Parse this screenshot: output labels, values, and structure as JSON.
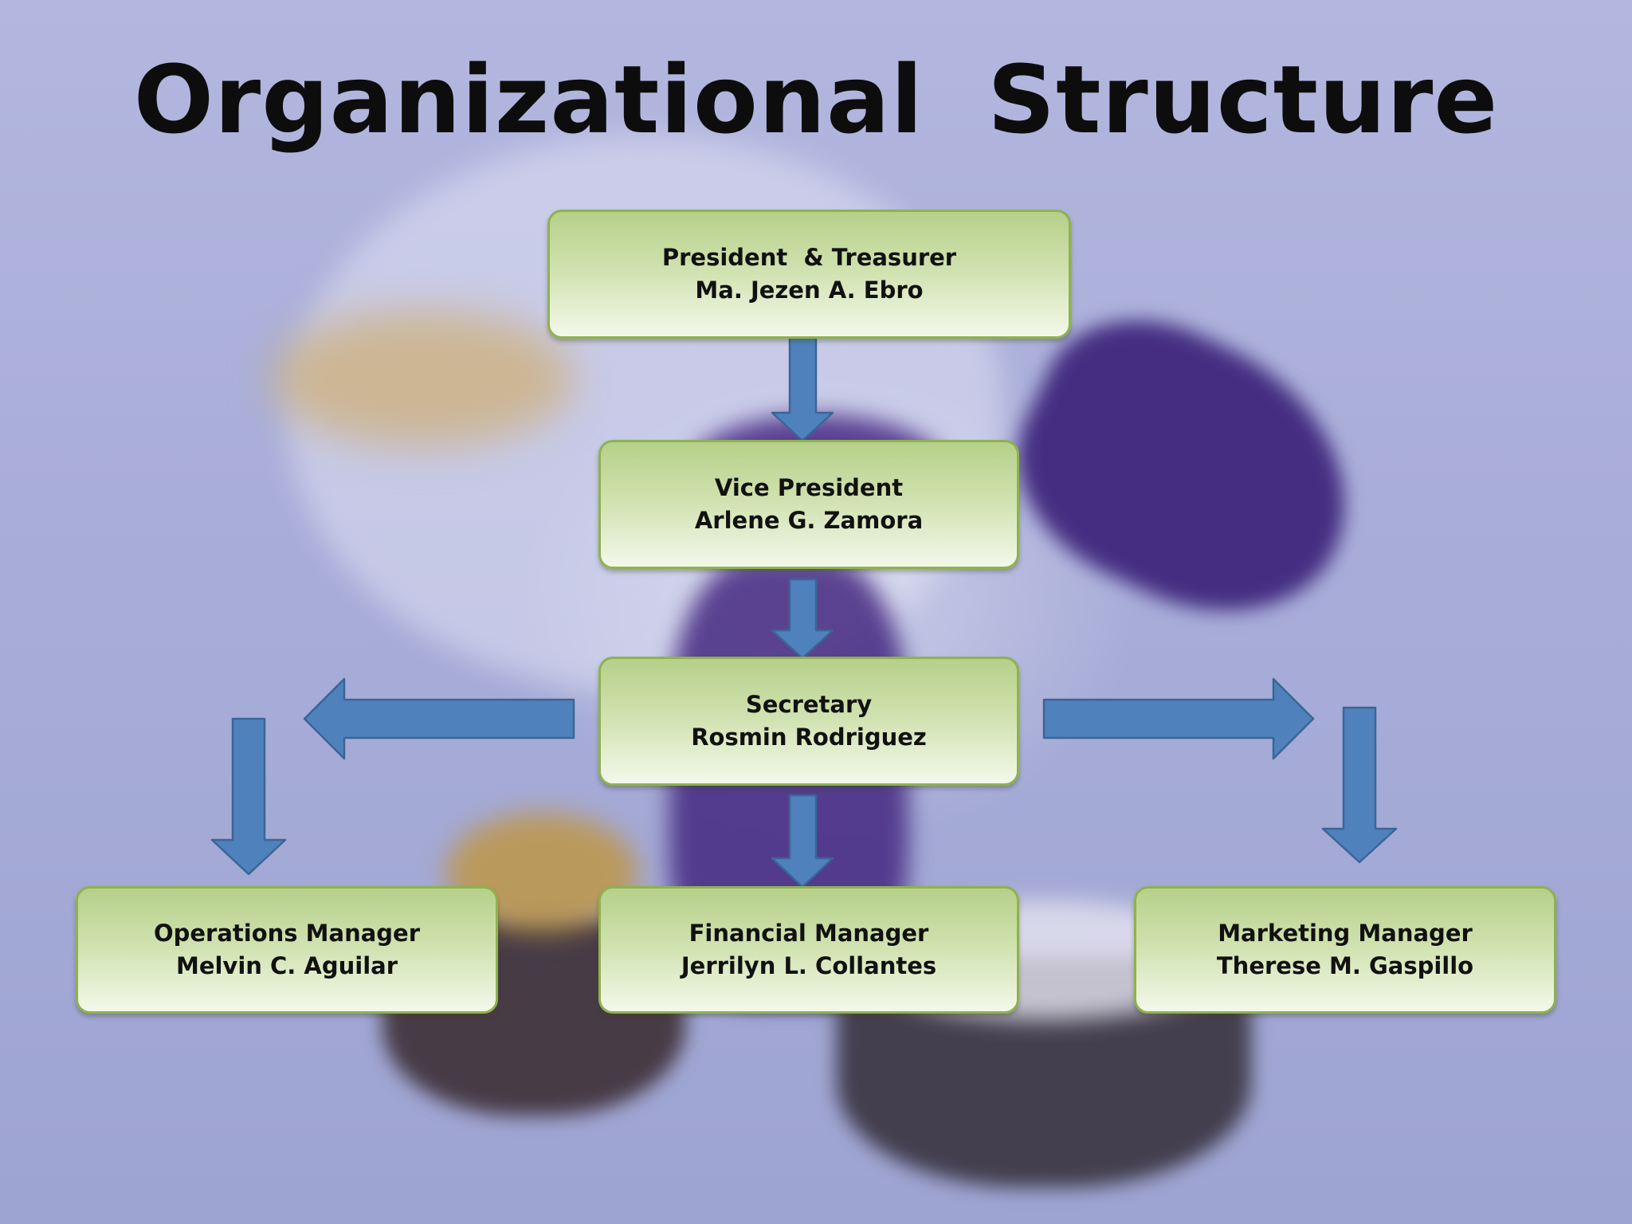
{
  "title": "Organizational  Structure",
  "colors": {
    "arrow_fill": "#4f81bd",
    "arrow_stroke": "#3a6696",
    "box_border": "#8fb24e",
    "box_top": "#b6d08a",
    "box_bottom": "#f3f8ea"
  },
  "nodes": {
    "president": {
      "role": "President  & Treasurer",
      "name": "Ma. Jezen A. Ebro"
    },
    "vice_president": {
      "role": "Vice President",
      "name": "Arlene G. Zamora"
    },
    "secretary": {
      "role": "Secretary",
      "name": "Rosmin Rodriguez"
    },
    "operations": {
      "role": "Operations Manager",
      "name": "Melvin C. Aguilar"
    },
    "financial": {
      "role": "Financial Manager",
      "name": "Jerrilyn L. Collantes"
    },
    "marketing": {
      "role": "Marketing Manager",
      "name": "Therese M. Gaspillo"
    }
  }
}
